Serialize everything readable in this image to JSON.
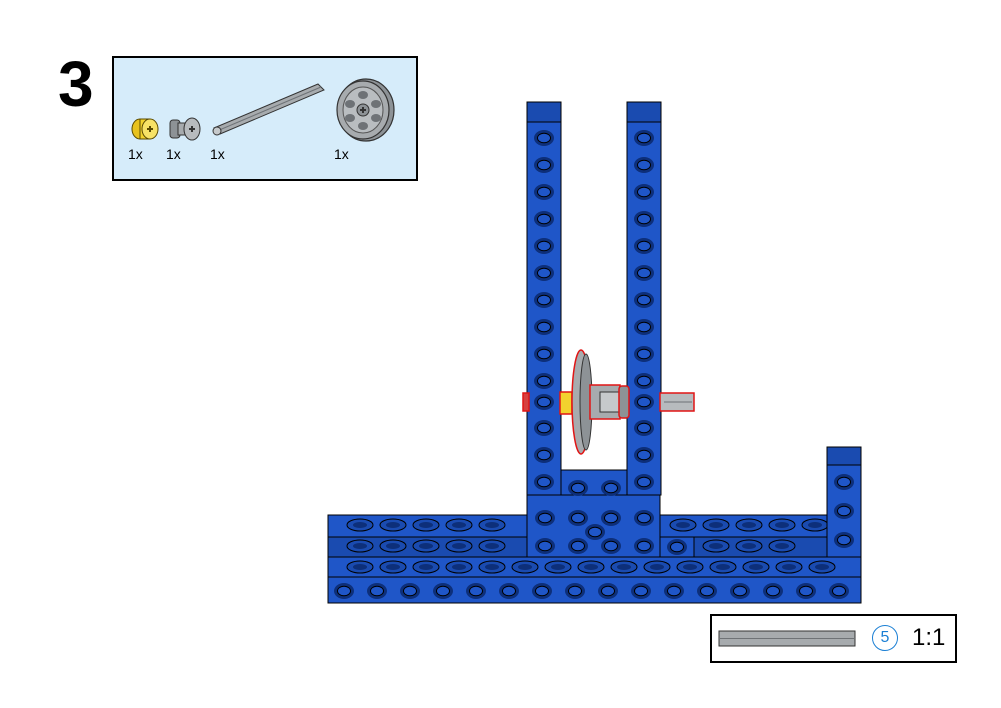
{
  "step": {
    "number": "3"
  },
  "parts_list": {
    "items": [
      {
        "name": "yellow-bush",
        "qty": "1x",
        "color": "#f2d22e"
      },
      {
        "name": "gray-bush",
        "qty": "1x",
        "color": "#9a9fa3"
      },
      {
        "name": "axle",
        "qty": "1x",
        "color": "#a7abae"
      },
      {
        "name": "pulley-wheel",
        "qty": "1x",
        "color": "#9a9fa3"
      }
    ],
    "background": "#d6ecfa"
  },
  "scale_callout": {
    "length": "5",
    "scale": "1:1"
  },
  "colors": {
    "brick_blue": "#1f56c8",
    "brick_dark": "#0d2f7a",
    "highlight_red": "#e01515",
    "yellow": "#f2d22e",
    "gray": "#9a9fa3"
  }
}
